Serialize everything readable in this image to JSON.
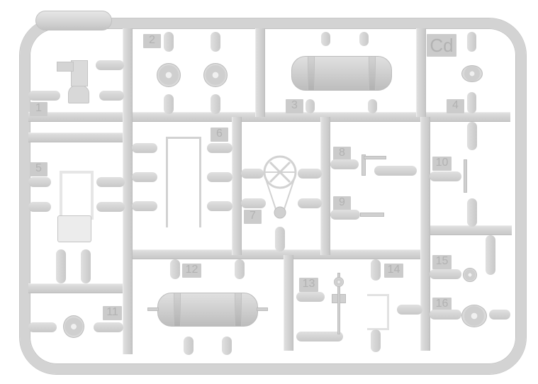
{
  "image": {
    "subject": "Plastic model kit sprue (grey parts tree)",
    "sprue_letter": "Cd",
    "colors": {
      "background": "#ffffff",
      "plastic": "#d3d3d3",
      "plastic_shadow": "#bdbdbd",
      "label_plate": "#cbcbcb",
      "label_text": "#b2b2b2"
    }
  },
  "parts": [
    {
      "number": "1",
      "label": "1",
      "description": "air compressor head"
    },
    {
      "number": "2",
      "label": "2",
      "description": "wheels / pulleys (two)"
    },
    {
      "number": "3",
      "label": "3",
      "description": "horizontal air tank with straps"
    },
    {
      "number": "4",
      "label": "4",
      "description": "round gauge / cap"
    },
    {
      "number": "5",
      "label": "5",
      "description": "bracket with mounting plate"
    },
    {
      "number": "6",
      "label": "6",
      "description": "rectangular frame"
    },
    {
      "number": "7",
      "label": "7",
      "description": "fan wheel with belt"
    },
    {
      "number": "8",
      "label": "8",
      "description": "valve / nozzle"
    },
    {
      "number": "9",
      "label": "9",
      "description": "fitting / bolt"
    },
    {
      "number": "10",
      "label": "10",
      "description": "L-shaped rod"
    },
    {
      "number": "11",
      "label": "11",
      "description": "small wheel"
    },
    {
      "number": "12",
      "label": "12",
      "description": "large air tank with end fittings"
    },
    {
      "number": "13",
      "label": "13",
      "description": "valve assembly"
    },
    {
      "number": "14",
      "label": "14",
      "description": "U-shaped bracket"
    },
    {
      "number": "15",
      "label": "15",
      "description": "flange"
    },
    {
      "number": "16",
      "label": "16",
      "description": "round hub"
    }
  ]
}
